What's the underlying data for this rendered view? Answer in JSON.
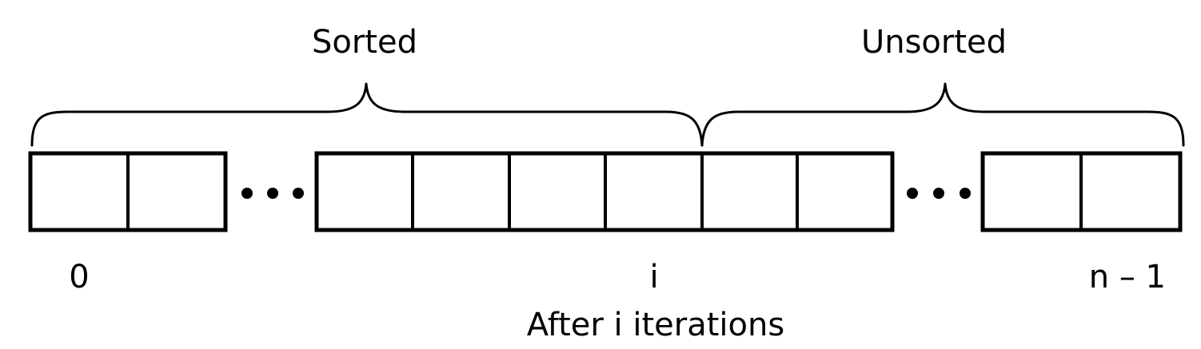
{
  "regions": {
    "sorted_label": "Sorted",
    "unsorted_label": "Unsorted"
  },
  "indices": {
    "start": "0",
    "middle": "i",
    "end": "n – 1"
  },
  "caption": "After i iterations",
  "array": {
    "left_block_cells": 2,
    "middle_block_cells": 6,
    "right_block_cells": 2,
    "sorted_cells_in_middle_block": 4
  }
}
